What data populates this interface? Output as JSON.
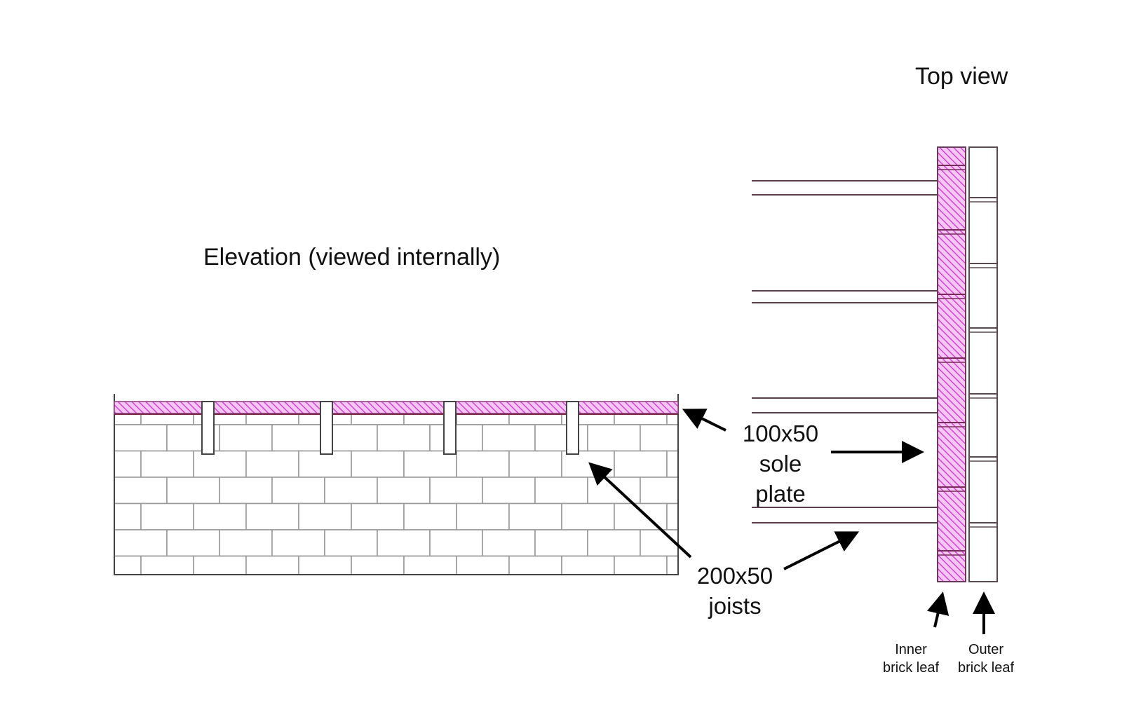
{
  "labels": {
    "top_view": "Top view",
    "elevation": "Elevation (viewed internally)",
    "sole_plate": [
      "100x50",
      "sole",
      "plate"
    ],
    "joists": [
      "200x50",
      "joists"
    ],
    "inner_leaf": [
      "Inner",
      "brick leaf"
    ],
    "outer_leaf": [
      "Outer",
      "brick leaf"
    ]
  },
  "colors": {
    "sole_plate_hatch": "#cc33cc",
    "sole_plate_fill": "#f6c6f4",
    "brick_stroke": "#9a9a9a",
    "line": "#5a3d4a",
    "arrow": "#000000"
  }
}
